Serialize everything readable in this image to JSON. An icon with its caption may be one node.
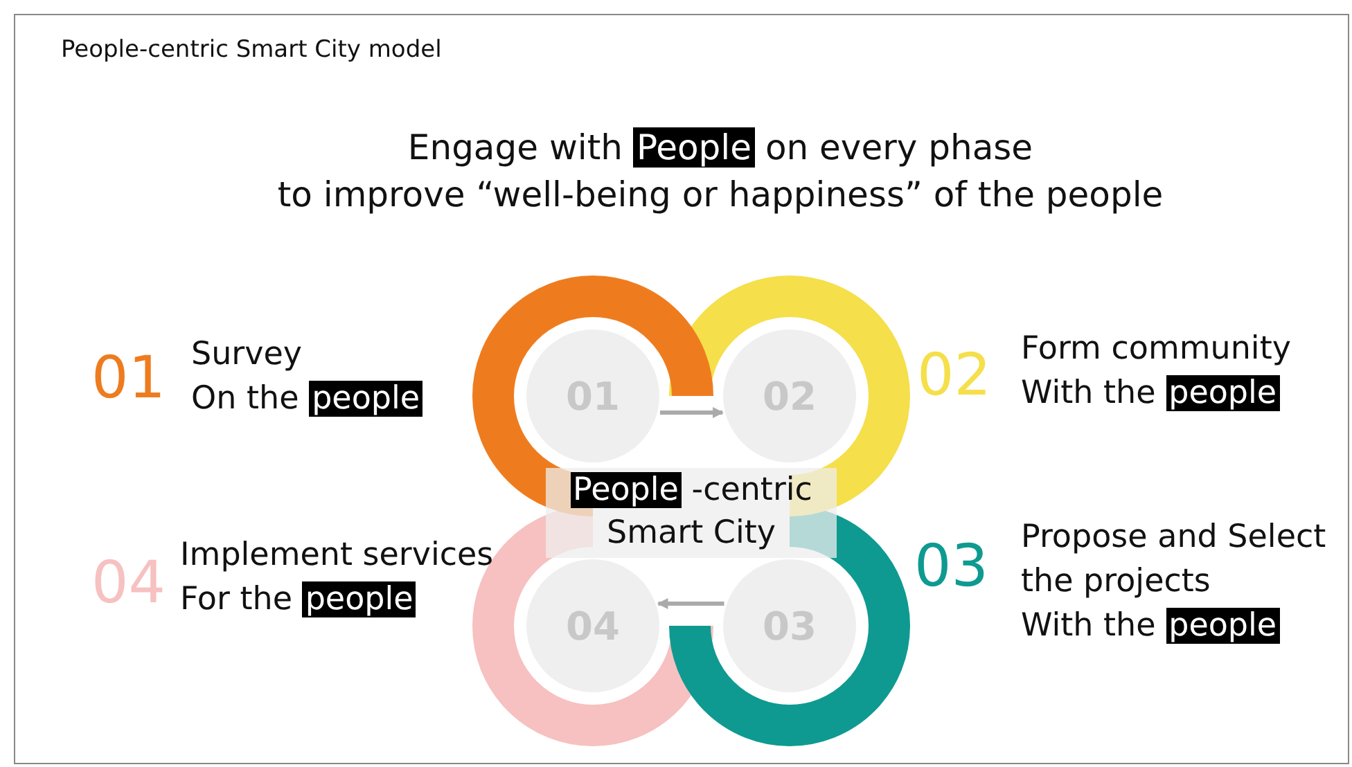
{
  "diagram": {
    "title": "People-centric Smart City model",
    "nodes": [
      {
        "text": [
          "01"
        ],
        "beside": [
          "01",
          "Survey",
          "On the **people**"
        ]
      },
      {
        "text": [
          "02"
        ],
        "beside": [
          "02",
          "Form community",
          "With the **people**"
        ]
      },
      {
        "text": [
          "03"
        ],
        "beside": [
          "03",
          "Propose and Select the projects",
          "With the **people**"
        ]
      },
      {
        "text": [
          "04"
        ],
        "beside": [
          "04",
          "Implement services",
          "For the **people**"
        ]
      },
      {
        "text": [
          "**People** -centric Smart City"
        ]
      }
    ],
    "edges": [
      {
        "from": 0,
        "to": 1,
        "arrow": "to"
      },
      {
        "from": 2,
        "to": 3,
        "arrow": "to"
      }
    ],
    "labels": [
      "Engage with **People** on every phase",
      "to improve “well-being or happiness” of the people"
    ]
  }
}
